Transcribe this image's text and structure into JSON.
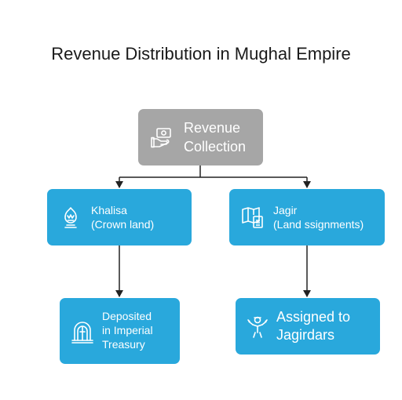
{
  "title": "Revenue Distribution in Mughal Empire",
  "nodes": {
    "root": {
      "line1": "Revenue",
      "line2": "Collection",
      "icon": "money-hand-icon",
      "color": "#a6a6a6"
    },
    "khalisa": {
      "line1": "Khalisa",
      "line2": "(Crown land)",
      "icon": "crown-land-icon",
      "color": "#29a8dc"
    },
    "jagir": {
      "line1": "Jagir",
      "line2": "(Land ssignments)",
      "icon": "map-document-icon",
      "color": "#29a8dc"
    },
    "deposited": {
      "line1": "Deposited",
      "line2": "in Imperial",
      "line3": "Treasury",
      "icon": "treasury-building-icon",
      "color": "#29a8dc"
    },
    "assigned": {
      "line1": "Assigned to",
      "line2": "Jagirdars",
      "icon": "official-person-icon",
      "color": "#29a8dc"
    }
  },
  "edges": [
    {
      "from": "root",
      "to": "khalisa"
    },
    {
      "from": "root",
      "to": "jagir"
    },
    {
      "from": "khalisa",
      "to": "deposited"
    },
    {
      "from": "jagir",
      "to": "assigned"
    }
  ]
}
